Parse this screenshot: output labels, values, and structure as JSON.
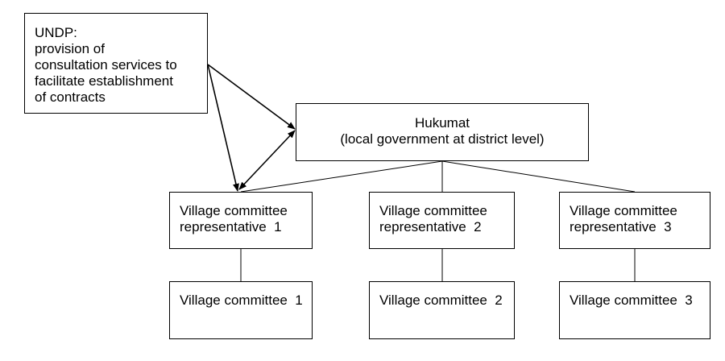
{
  "undp": {
    "lines": [
      "UNDP:",
      "provision of",
      "consultation services to",
      "facilitate establishment",
      "of contracts"
    ]
  },
  "hukumat": {
    "lines": [
      "Hukumat",
      "(local government at district level)"
    ]
  },
  "representatives": [
    {
      "lines": [
        "Village committee",
        "representative  1"
      ]
    },
    {
      "lines": [
        "Village committee",
        "representative  2"
      ]
    },
    {
      "lines": [
        "Village committee",
        "representative  3"
      ]
    }
  ],
  "committees": [
    {
      "label": "Village committee  1"
    },
    {
      "label": "Village committee  2"
    },
    {
      "label": "Village committee  3"
    }
  ]
}
